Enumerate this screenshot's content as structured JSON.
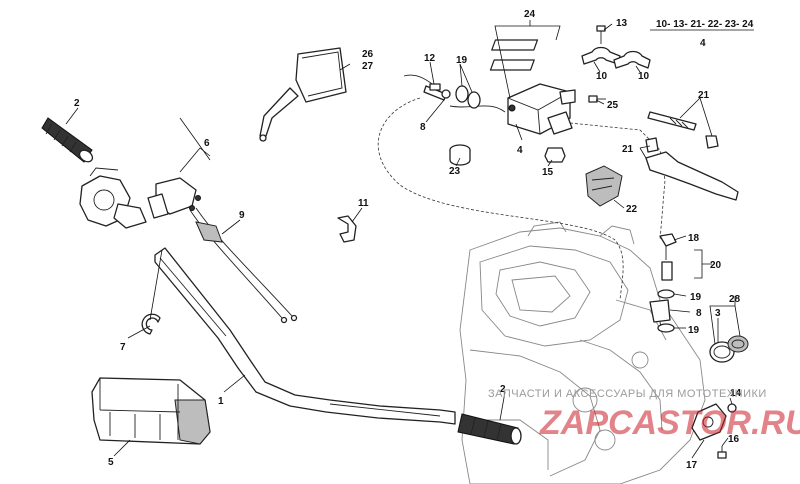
{
  "callouts": {
    "c1": "1",
    "c2a": "2",
    "c2b": "2",
    "c3": "3",
    "c4a": "4",
    "c4b": "4",
    "c5": "5",
    "c6": "6",
    "c7": "7",
    "c8a": "8",
    "c8b": "8",
    "c9": "9",
    "c10a": "10",
    "c10b": "10",
    "c11": "11",
    "c12": "12",
    "c13": "13",
    "c14": "14",
    "c15": "15",
    "c16": "16",
    "c17": "17",
    "c18": "18",
    "c19a": "19",
    "c19b": "19",
    "c19c": "19",
    "c20": "20",
    "c21a": "21",
    "c21b": "21",
    "c22": "22",
    "c23": "23",
    "c24": "24",
    "c25": "25",
    "c26": "26",
    "c27": "27",
    "c28": "28",
    "kit_list": "10- 13- 21- 22- 23- 24"
  },
  "watermark": {
    "text": "ЗАПЧАСТИ И АКСЕССУАРЫ ДЛЯ МОТОТЕХНИКИ",
    "logo": "ZAPCASTOR.RU"
  },
  "colors": {
    "line": "#222222",
    "watermark_logo": "#c81e28",
    "watermark_text": "#9a9a9a"
  }
}
